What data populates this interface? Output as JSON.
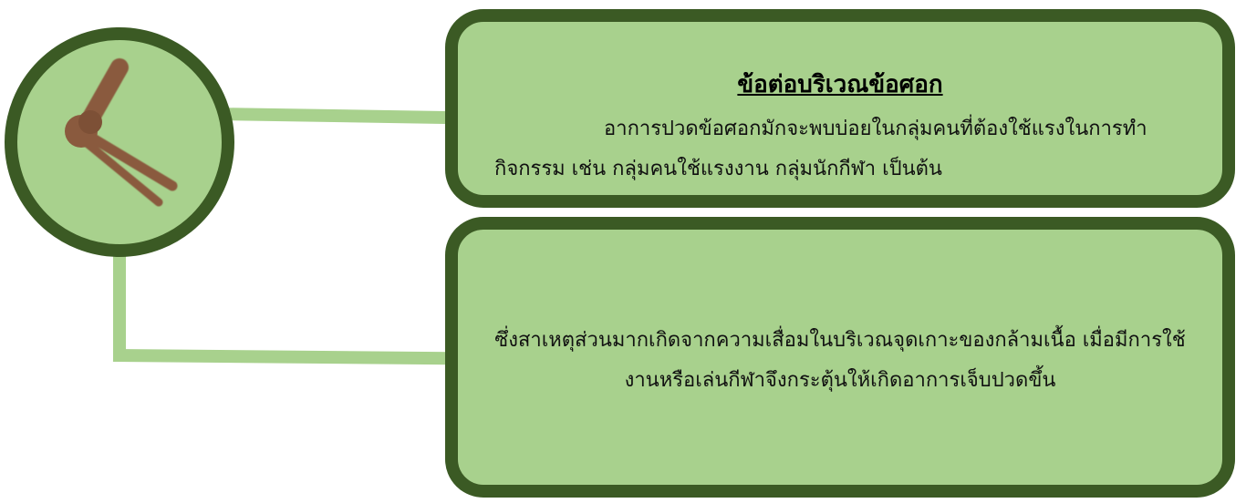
{
  "colors": {
    "border": "#3b5a24",
    "fill": "#a8d18d",
    "bone": "#8a5a3e"
  },
  "top_box": {
    "title": "ข้อต่อบริเวณข้อศอก",
    "text": "อาการปวดข้อศอกมักจะพบบ่อยในกลุ่มคนที่ต้องใช้แรงในการทำ กิจกรรม เช่น กลุ่มคนใช้แรงงาน กลุ่มนักกีฬา เป็นต้น"
  },
  "bottom_box": {
    "text": "ซึ่งสาเหตุส่วนมากเกิดจากความเสื่อมในบริเวณจุดเกาะของกล้ามเนื้อ เมื่อมีการใช้งานหรือเล่นกีฬาจึงกระตุ้นให้เกิดอาการเจ็บปวดขึ้น"
  },
  "icon": "elbow-joint-icon"
}
